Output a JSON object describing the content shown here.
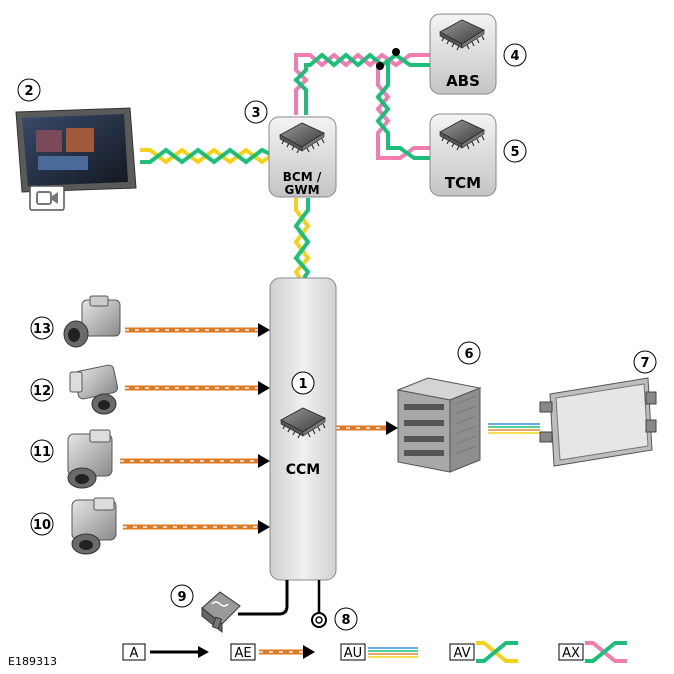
{
  "figure_id": "E189313",
  "modules": {
    "ccm": {
      "label": "CCM",
      "callout": "1"
    },
    "bcm": {
      "label_line1": "BCM /",
      "label_line2": "GWM",
      "callout": "3"
    },
    "abs": {
      "label": "ABS",
      "callout": "4"
    },
    "tcm": {
      "label": "TCM",
      "callout": "5"
    }
  },
  "components": {
    "touchscreen": {
      "callout": "2"
    },
    "junction_box": {
      "callout": "6"
    },
    "display": {
      "callout": "7"
    },
    "ground": {
      "callout": "8"
    },
    "fuse": {
      "callout": "9"
    },
    "cameras": [
      {
        "callout": "13"
      },
      {
        "callout": "12"
      },
      {
        "callout": "11"
      },
      {
        "callout": "10"
      }
    ]
  },
  "legend": [
    {
      "key": "A",
      "style": "hardwired"
    },
    {
      "key": "AE",
      "style": "coaxial"
    },
    {
      "key": "AU",
      "style": "lvds"
    },
    {
      "key": "AV",
      "style": "can-yellow-green"
    },
    {
      "key": "AX",
      "style": "can-pink-green"
    }
  ],
  "colors": {
    "can_yellow": "#f2d21b",
    "can_green": "#1cbf78",
    "can_pink": "#f07cb0",
    "coax_orange": "#e07a1f",
    "coax_dash": "#d9d9d9",
    "lvds_blue": "#3c8fd6",
    "lvds_orange": "#e08a2a"
  }
}
